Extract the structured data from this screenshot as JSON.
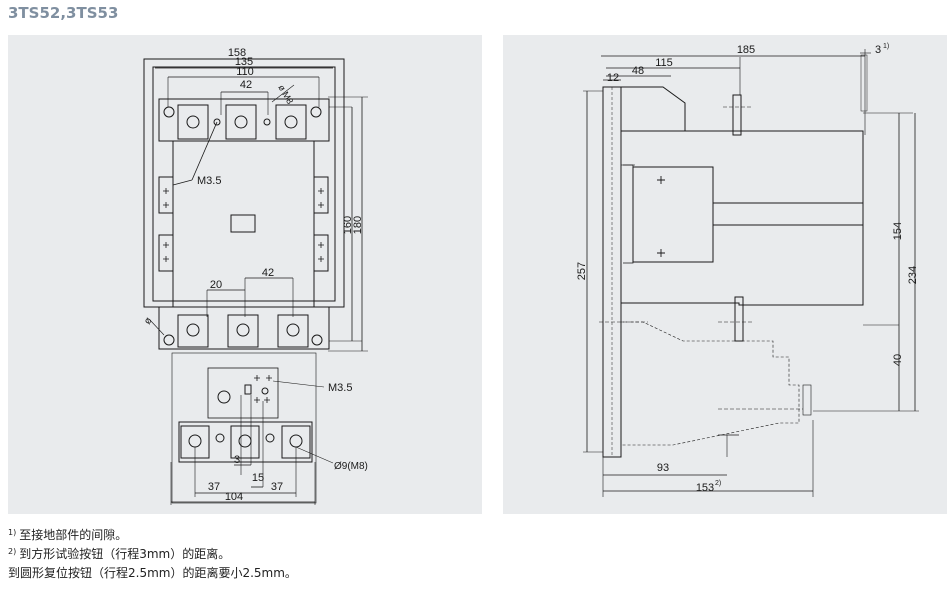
{
  "title": "3TS52,3TS53",
  "left_dims": {
    "w158": "158",
    "w135": "135",
    "w110": "110",
    "w42_top": "42",
    "phi_m8_top": "ø M8",
    "m35_upper": "M3.5",
    "h160": "160",
    "h180": "180",
    "w42_mid": "42",
    "w20": "20",
    "phi_side": "ø",
    "m35_lower": "M3.5",
    "w3": "3",
    "w15": "15",
    "w37_a": "37",
    "w37_b": "37",
    "w104": "104",
    "phi9_m8": "Ø9(M8)"
  },
  "right_dims": {
    "w185": "185",
    "fn1": "3",
    "fn1_sup": "1)",
    "w115": "115",
    "w48": "48",
    "w12": "12",
    "h257": "257",
    "h154": "154",
    "h234": "234",
    "h40": "40",
    "w93": "93",
    "w153": "153",
    "w153_sup": "2)"
  },
  "notes": [
    {
      "sup": "1)",
      "text": "至接地部件的间隙。"
    },
    {
      "sup": "2)",
      "text": "到方形试验按钮（行程3mm）的距离。"
    },
    {
      "sup": "",
      "text": "到圆形复位按钮（行程2.5mm）的距离要小2.5mm。"
    }
  ],
  "colors": {
    "panel": "#e9ebed",
    "title": "#7f8fa0",
    "line": "#1a1a1a"
  }
}
